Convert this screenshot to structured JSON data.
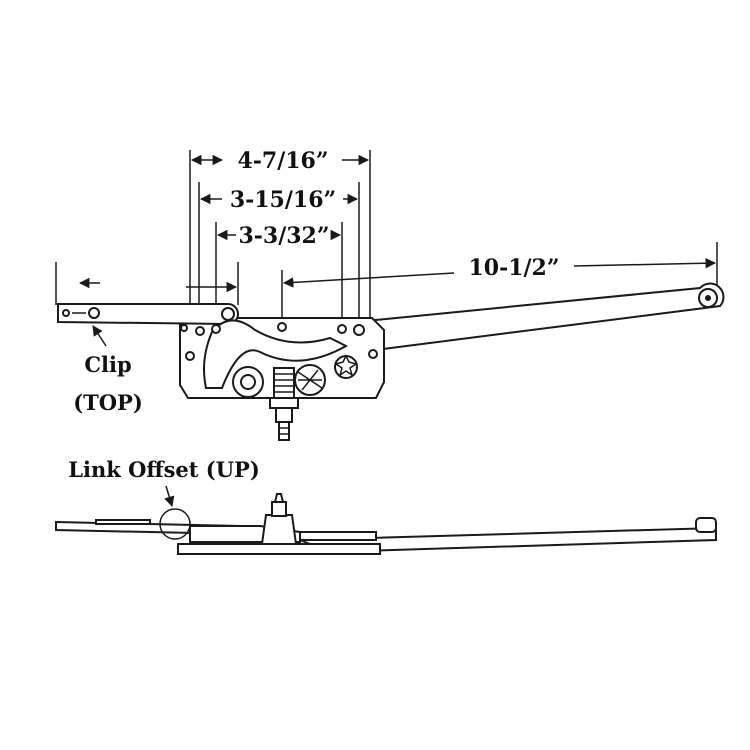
{
  "dimensions": {
    "overall_width": "4-7/16”",
    "mid_width": "3-15/16”",
    "inner_width": "3-3/32”",
    "arm_length": "10-1/2”"
  },
  "callouts": {
    "clip_line1": "Clip",
    "clip_line2": "(TOP)",
    "link_offset": "Link Offset (UP)"
  }
}
